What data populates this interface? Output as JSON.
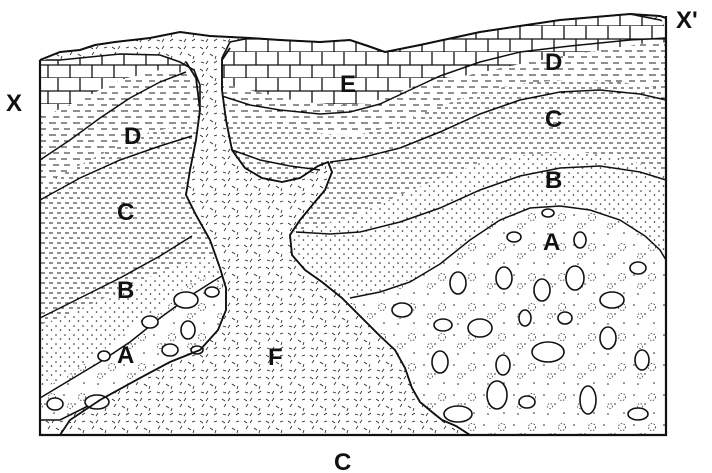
{
  "labels": {
    "x_left": "X",
    "x_right": "X'",
    "bottom": "C",
    "layers": {
      "e": "E",
      "d_left": "D",
      "c_left": "C",
      "b_left": "B",
      "a_left": "A",
      "d_right": "D",
      "c_right": "C",
      "b_right": "B",
      "a_right": "A",
      "f": "F"
    }
  }
}
